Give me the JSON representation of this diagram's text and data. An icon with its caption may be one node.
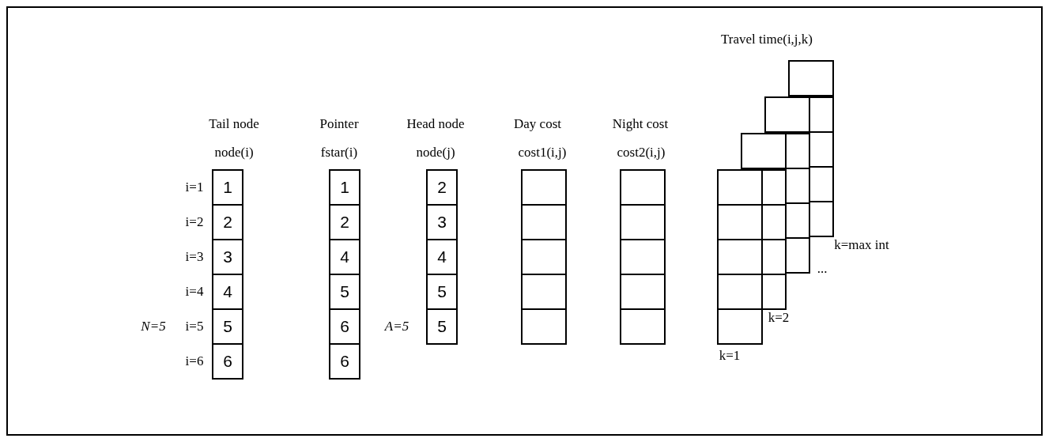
{
  "diagram": {
    "nodes": [
      {
        "text": [
          "1"
        ]
      },
      {
        "text": [
          "2"
        ]
      },
      {
        "text": [
          "3"
        ]
      },
      {
        "text": [
          "4"
        ]
      },
      {
        "text": [
          "5"
        ]
      },
      {
        "text": [
          "6"
        ]
      },
      {
        "text": [
          "1"
        ]
      },
      {
        "text": [
          "2"
        ]
      },
      {
        "text": [
          "4"
        ]
      },
      {
        "text": [
          "5"
        ]
      },
      {
        "text": [
          "6"
        ]
      },
      {
        "text": [
          "6"
        ]
      },
      {
        "text": [
          "2"
        ]
      },
      {
        "text": [
          "3"
        ]
      },
      {
        "text": [
          "4"
        ]
      },
      {
        "text": [
          "5"
        ]
      },
      {
        "text": [
          "5"
        ]
      },
      {
        "text": [],
        "shape": "box"
      },
      {
        "text": [],
        "shape": "box"
      },
      {
        "text": [],
        "shape": "box"
      },
      {
        "text": [],
        "shape": "box"
      },
      {
        "text": [],
        "shape": "box"
      },
      {
        "text": [],
        "shape": "box"
      },
      {
        "text": [],
        "shape": "box"
      },
      {
        "text": [],
        "shape": "box"
      },
      {
        "text": [],
        "shape": "box"
      },
      {
        "text": [],
        "shape": "box"
      },
      {
        "text": [],
        "shape": "box"
      },
      {
        "text": [],
        "shape": "box"
      },
      {
        "text": [],
        "shape": "box"
      },
      {
        "text": [],
        "shape": "box"
      },
      {
        "text": [],
        "shape": "box"
      },
      {
        "text": [],
        "shape": "box"
      },
      {
        "text": [],
        "shape": "box"
      },
      {
        "text": [],
        "shape": "box"
      },
      {
        "text": [],
        "shape": "box"
      },
      {
        "text": [],
        "shape": "box"
      },
      {
        "text": [],
        "shape": "box"
      },
      {
        "text": [],
        "shape": "box"
      },
      {
        "text": [],
        "shape": "box"
      },
      {
        "text": [],
        "shape": "box"
      },
      {
        "text": [],
        "shape": "box"
      },
      {
        "text": [],
        "shape": "box"
      },
      {
        "text": [],
        "shape": "box"
      },
      {
        "text": [],
        "shape": "box"
      },
      {
        "text": [],
        "shape": "box"
      },
      {
        "text": [],
        "shape": "box"
      }
    ],
    "edges": [],
    "labels": [
      "Travel time(i,j,k)",
      "Tail node",
      "Pointer",
      "Head node",
      "Day cost",
      "Night cost",
      "node(i)",
      "fstar(i)",
      "node(j)",
      "cost1(i,j)",
      "cost2(i,j)",
      "i=1",
      "i=2",
      "i=3",
      "i=4",
      "k=max int",
      "...",
      "N=5",
      "i=5",
      "A=5",
      "k=2",
      "i=6",
      "k=1"
    ]
  }
}
